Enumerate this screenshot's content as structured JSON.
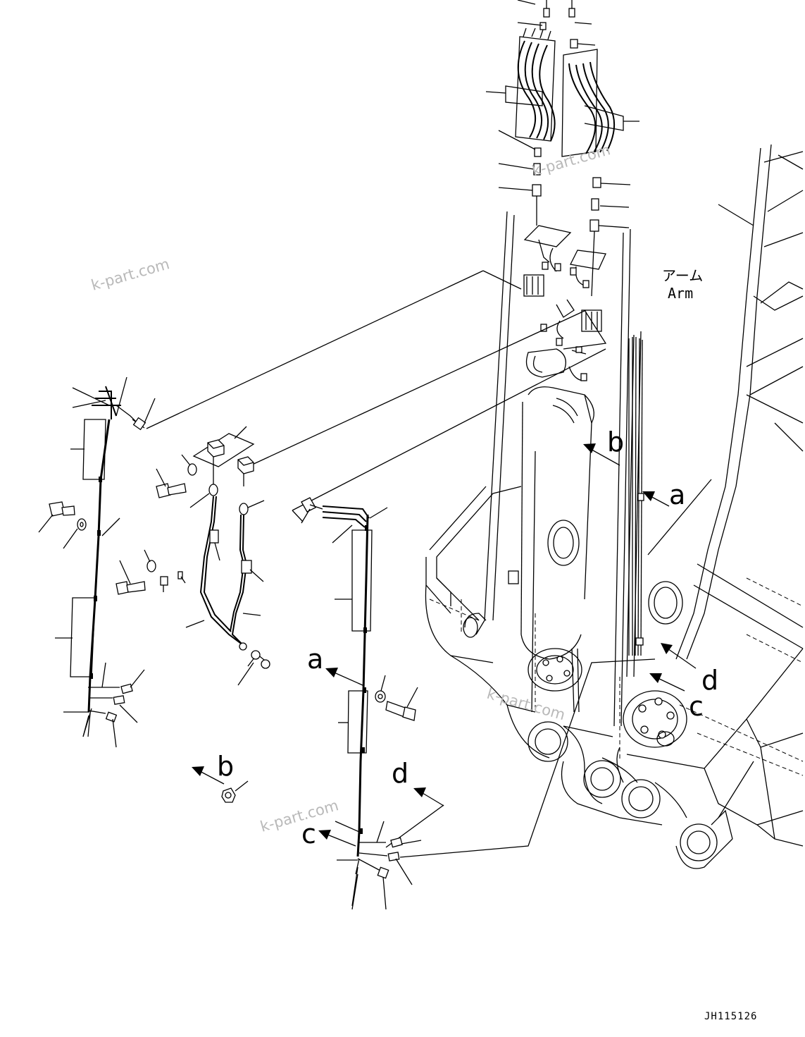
{
  "watermark": "k-part.com",
  "drawing_code": "JH115126",
  "arm_label": {
    "japanese": "アーム",
    "english": "Arm"
  },
  "view_letters": {
    "a": "a",
    "b": "b",
    "c": "c",
    "d": "d"
  }
}
